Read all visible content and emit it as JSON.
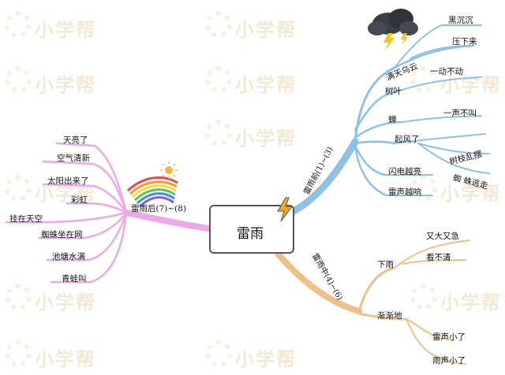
{
  "center": {
    "title": "雷雨"
  },
  "watermark": {
    "text": "小学帮"
  },
  "branches": {
    "before": {
      "title": "雷雨前(1)~(3)",
      "nodes": [
        {
          "label": "满天乌云",
          "children": [
            "黑沉沉",
            "压下来"
          ]
        },
        {
          "label": "树叶",
          "children": [
            "一动不动"
          ]
        },
        {
          "label": "蝉",
          "children": [
            "一声不叫"
          ]
        },
        {
          "label": "起风了",
          "children": [
            "树枝乱摆",
            "蜘 蛛逃走"
          ]
        },
        {
          "label": "闪电越亮",
          "children": []
        },
        {
          "label": "雷声越响",
          "children": []
        }
      ]
    },
    "during": {
      "title": "雷雨中(4)~(6)",
      "nodes": [
        {
          "label": "下雨",
          "children": [
            "又大又急",
            "看不清"
          ]
        },
        {
          "label": "渐渐地",
          "children": [
            "雷声小了",
            "雨声小了"
          ]
        }
      ]
    },
    "after": {
      "title": "雷雨后(7)~(8)",
      "nodes": [
        "天亮了",
        "空气清新",
        "太阳出来了",
        "彩虹",
        "挂在天空",
        "蜘蛛坐在网",
        "池塘水满",
        "青蛙叫"
      ]
    }
  },
  "colors": {
    "before": "#8fc1e6",
    "during": "#f0c08b",
    "after": "#eba9e8",
    "box_border": "#555555"
  },
  "icons": [
    "storm-cloud-icon",
    "lightning-icon",
    "rainbow-icon",
    "sun-icon"
  ]
}
